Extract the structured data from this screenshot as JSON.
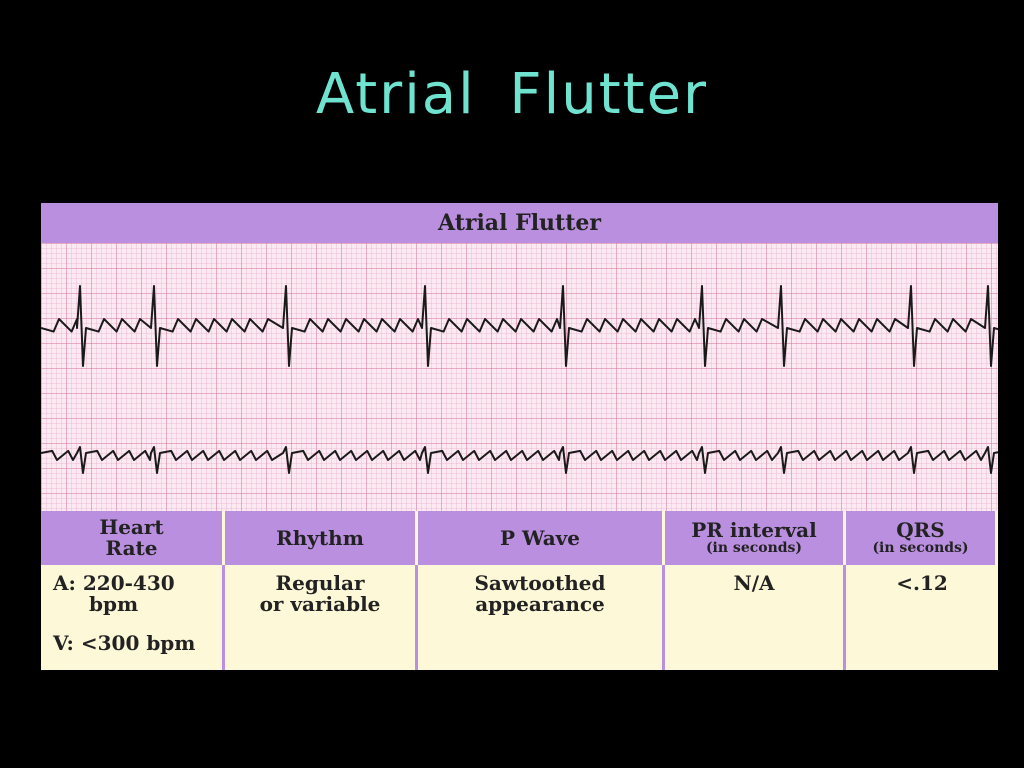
{
  "slide": {
    "title": "Atrial  Flutter"
  },
  "card": {
    "header": "Atrial Flutter",
    "columns": [
      {
        "title": "Heart\nRate",
        "subtitle": ""
      },
      {
        "title": "Rhythm",
        "subtitle": ""
      },
      {
        "title": "P Wave",
        "subtitle": ""
      },
      {
        "title": "PR interval",
        "subtitle": "(in seconds)"
      },
      {
        "title": "QRS",
        "subtitle": "(in seconds)"
      }
    ],
    "values": {
      "heart_rate_a1": "A: 220-430",
      "heart_rate_a2": "bpm",
      "heart_rate_v": "V: <300 bpm",
      "rhythm1": "Regular",
      "rhythm2": "or variable",
      "pwave1": "Sawtoothed",
      "pwave2": "appearance",
      "pr": "N/A",
      "qrs": "<.12"
    }
  },
  "colors": {
    "title": "#6fe3cf",
    "header_purple": "#bb8fe0",
    "cell_cream": "#fdf8d8",
    "grid_pink": "#fceaf3",
    "trace": "#1a1a1a"
  }
}
